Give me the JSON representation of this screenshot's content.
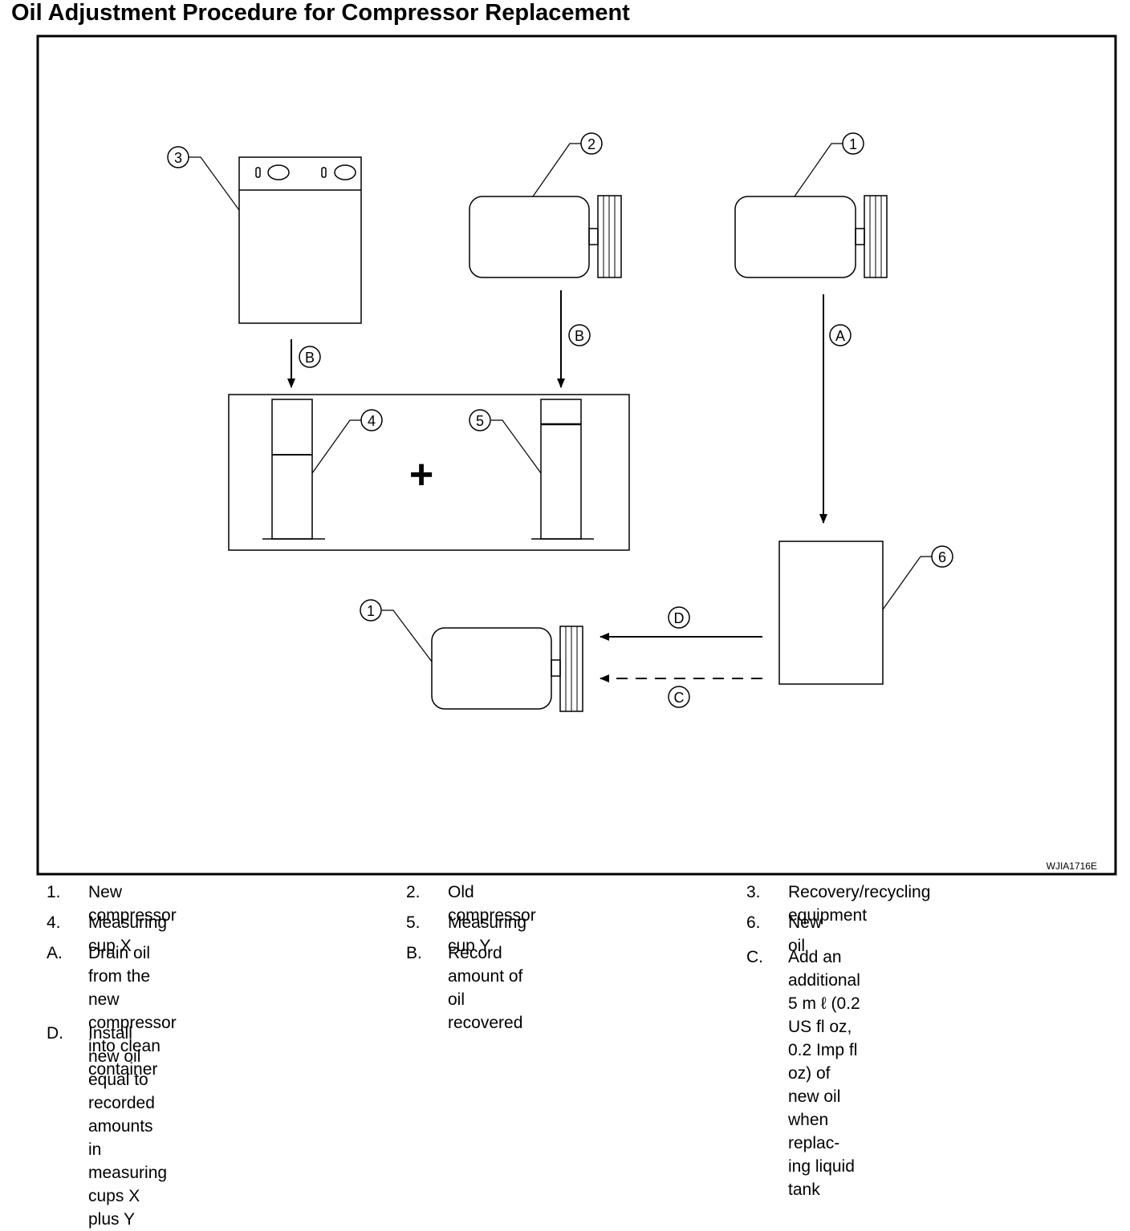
{
  "title": "Oil Adjustment Procedure for Compressor Replacement",
  "figure_code": "WJIA1716E",
  "callouts": {
    "new_compressor_top": "1",
    "old_compressor": "2",
    "recovery_equipment": "3",
    "cup_x": "4",
    "cup_y": "5",
    "new_oil": "6",
    "new_compressor_bottom": "1"
  },
  "arrow_labels": {
    "a": "A",
    "b_left": "B",
    "b_right": "B",
    "c": "C",
    "d": "D"
  },
  "plus_sign": "+",
  "legend": [
    {
      "key": "1.",
      "text": "New compressor"
    },
    {
      "key": "2.",
      "text": "Old compressor"
    },
    {
      "key": "3.",
      "text": "Recovery/recycling equipment"
    },
    {
      "key": "4.",
      "text": "Measuring cup X"
    },
    {
      "key": "5.",
      "text": "Measuring cup Y"
    },
    {
      "key": "6.",
      "text": "New oil"
    },
    {
      "key": "A.",
      "text": "Drain oil from the new compressor\ninto clean container"
    },
    {
      "key": "B.",
      "text": "Record amount of oil recovered"
    },
    {
      "key": "C.",
      "text": "Add an additional 5 m ℓ  (0.2 US fl oz,\n0.2 Imp fl oz) of new oil when replac-\ning liquid tank"
    },
    {
      "key": "D.",
      "text": "Install new oil equal to recorded\namounts in measuring cups X plus Y"
    }
  ]
}
